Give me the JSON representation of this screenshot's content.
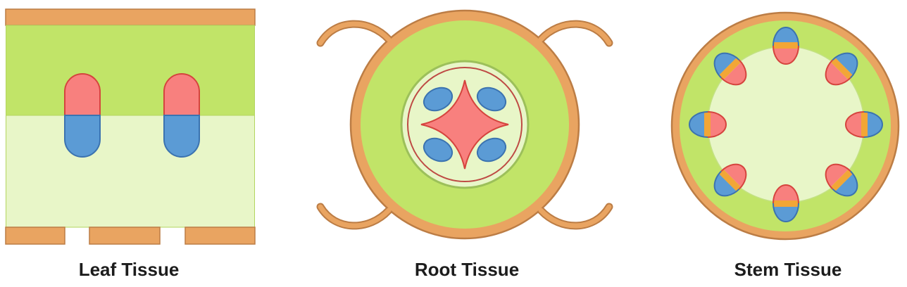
{
  "diagrams": [
    {
      "id": "leaf",
      "label": "Leaf Tissue",
      "structure": {
        "top_bars": 1,
        "bottom_bars": 3,
        "guard_cell_pills": 2,
        "stomatal_gaps": 2
      }
    },
    {
      "id": "root",
      "label": "Root Tissue",
      "structure": {
        "root_hairs": 4,
        "xylem_star_points": 4,
        "phloem_ovals": 4,
        "rings": 3
      }
    },
    {
      "id": "stem",
      "label": "Stem Tissue",
      "structure": {
        "vascular_bundles": 8,
        "rings": 2
      }
    }
  ],
  "palette": {
    "orange": "#E9A461",
    "orange-dark": "#BC7D45",
    "green": "#C1E468",
    "green-light": "#E8F6C8",
    "green-rim": "#9CC05A",
    "green-rim-light": "#B3D55F",
    "red": "#F8807E",
    "red-dark": "#D5443E",
    "red-ring": "#BE4A44",
    "blue": "#5B9BD5",
    "blue-dark": "#3B73B0",
    "band": "#F2A636",
    "text": "#1C1C1C"
  }
}
